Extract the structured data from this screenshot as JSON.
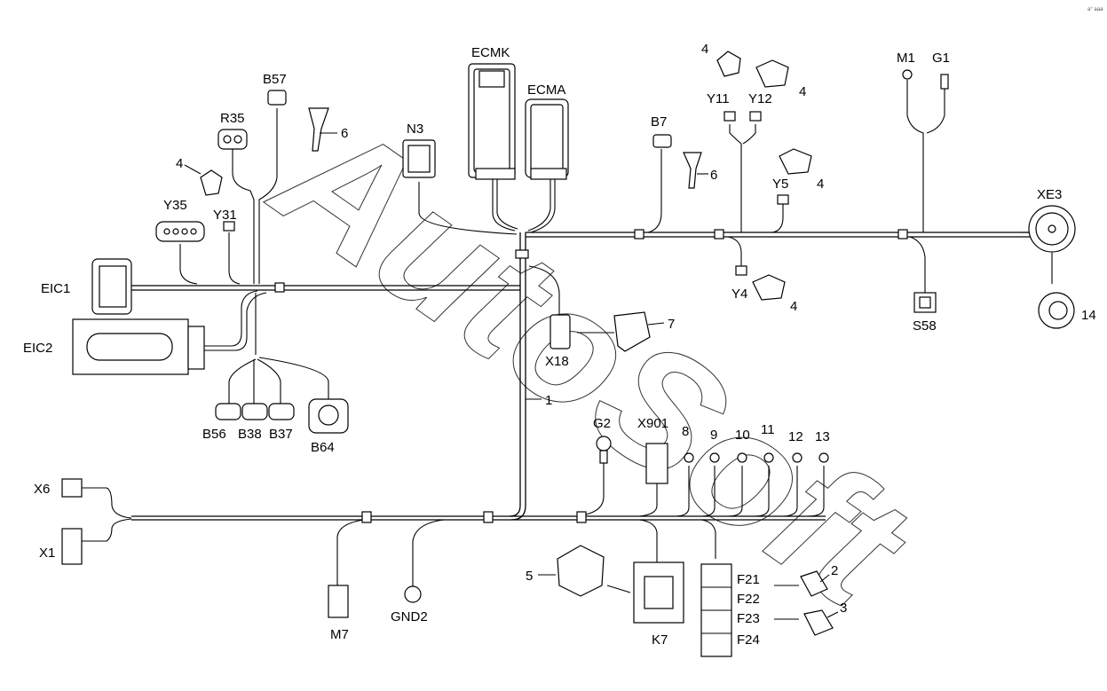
{
  "watermark": "AutoSoft",
  "corner_mark": "a° aaa",
  "components": {
    "ECMK": "ECMK",
    "ECMA": "ECMA",
    "B57": "B57",
    "R35": "R35",
    "N3": "N3",
    "B7": "B7",
    "Y11": "Y11",
    "Y12": "Y12",
    "Y5": "Y5",
    "Y4": "Y4",
    "M1": "M1",
    "G1": "G1",
    "XE3": "XE3",
    "S58": "S58",
    "Y35": "Y35",
    "Y31": "Y31",
    "EIC1": "EIC1",
    "EIC2": "EIC2",
    "X18": "X18",
    "B56": "B56",
    "B38": "B38",
    "B37": "B37",
    "B64": "B64",
    "G2": "G2",
    "X901": "X901",
    "X6": "X6",
    "X1": "X1",
    "M7": "M7",
    "GND2": "GND2",
    "K7": "K7",
    "F21": "F21",
    "F22": "F22",
    "F23": "F23",
    "F24": "F24"
  },
  "callouts": {
    "n1": "1",
    "n2": "2",
    "n3": "3",
    "n4": "4",
    "n5": "5",
    "n6": "6",
    "n7": "7",
    "n8": "8",
    "n9": "9",
    "n10": "10",
    "n11": "11",
    "n12": "12",
    "n13": "13",
    "n14": "14"
  }
}
